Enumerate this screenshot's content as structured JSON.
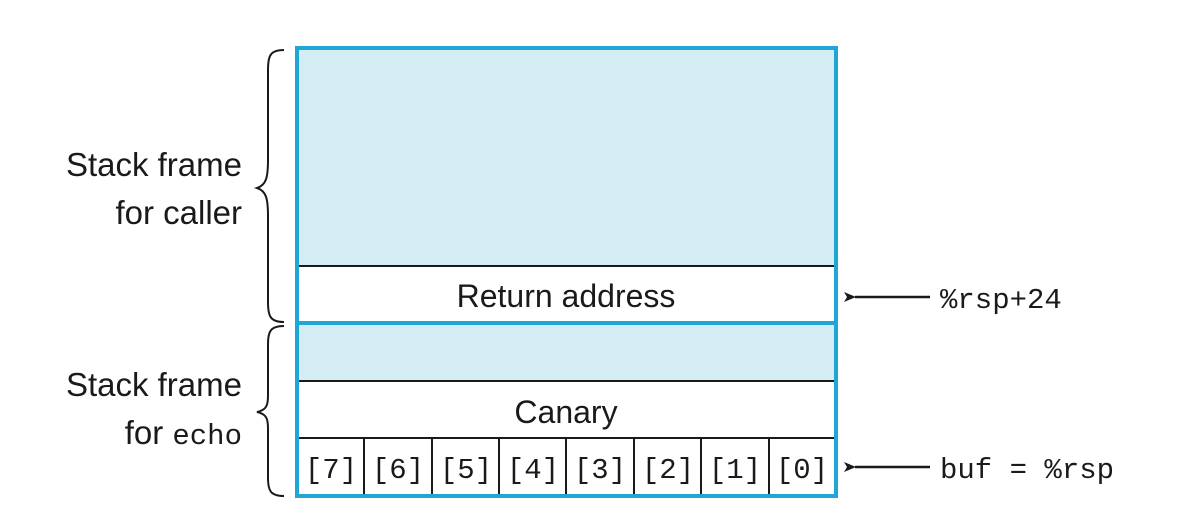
{
  "labels": {
    "caller_frame_line1": "Stack frame",
    "caller_frame_line2": "for caller",
    "echo_frame_line1": "Stack frame",
    "echo_frame_line2_prefix": "for ",
    "echo_frame_line2_code": "echo"
  },
  "cells": {
    "return_address": "Return address",
    "canary": "Canary",
    "buf_bytes": [
      "[7]",
      "[6]",
      "[5]",
      "[4]",
      "[3]",
      "[2]",
      "[1]",
      "[0]"
    ]
  },
  "pointers": {
    "return_address": "%rsp+24",
    "buf": "buf = %rsp"
  },
  "colors": {
    "frame_border": "#1fa6d6",
    "frame_fill": "#d4ecf4",
    "divider": "#1a1a1a",
    "text": "#1a1a1a"
  }
}
